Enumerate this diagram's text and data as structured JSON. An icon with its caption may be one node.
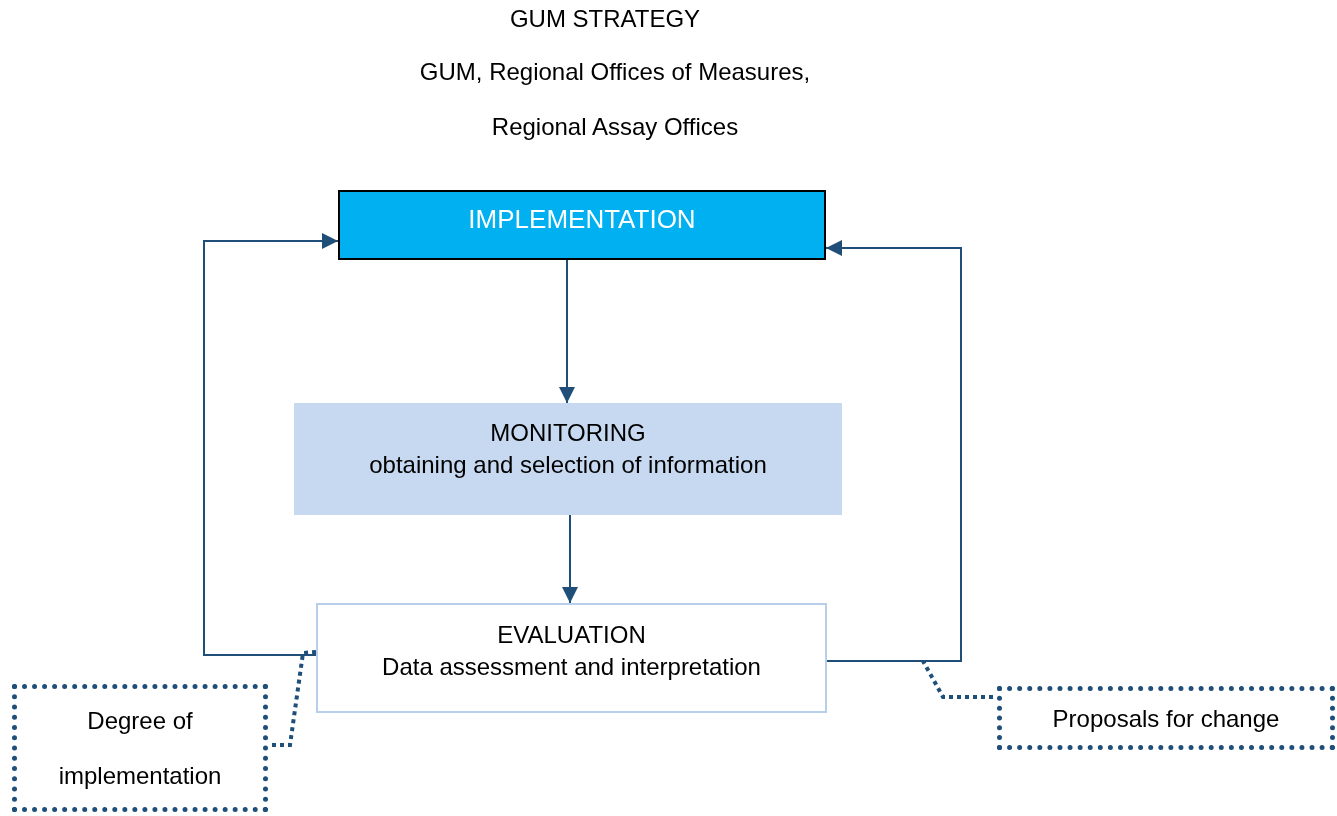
{
  "diagram": {
    "title": "GUM STRATEGY",
    "nodes": [
      {
        "text": [
          "IMPLEMENTATION"
        ]
      },
      {
        "text": [
          "MONITORING",
          "obtaining and selection of information"
        ]
      },
      {
        "text": [
          "EVALUATION",
          "Data assessment and interpretation"
        ]
      },
      {
        "text": [
          "Degree of implementation"
        ]
      },
      {
        "text": [
          "Proposals for change"
        ]
      }
    ],
    "edges": [
      {
        "from": 0,
        "to": 1,
        "arrow": "to"
      },
      {
        "from": 1,
        "to": 2,
        "arrow": "to"
      },
      {
        "from": 2,
        "to": 0,
        "arrow": "to"
      },
      {
        "from": 2,
        "to": 0,
        "arrow": "to"
      },
      {
        "from": 3,
        "to": 2,
        "arrow": "none",
        "style": "dashed"
      },
      {
        "from": 4,
        "to": null,
        "arrow": "none",
        "style": "dashed"
      }
    ],
    "labels": [
      "GUM, Regional Offices of Measures, Regional Assay Offices"
    ]
  }
}
